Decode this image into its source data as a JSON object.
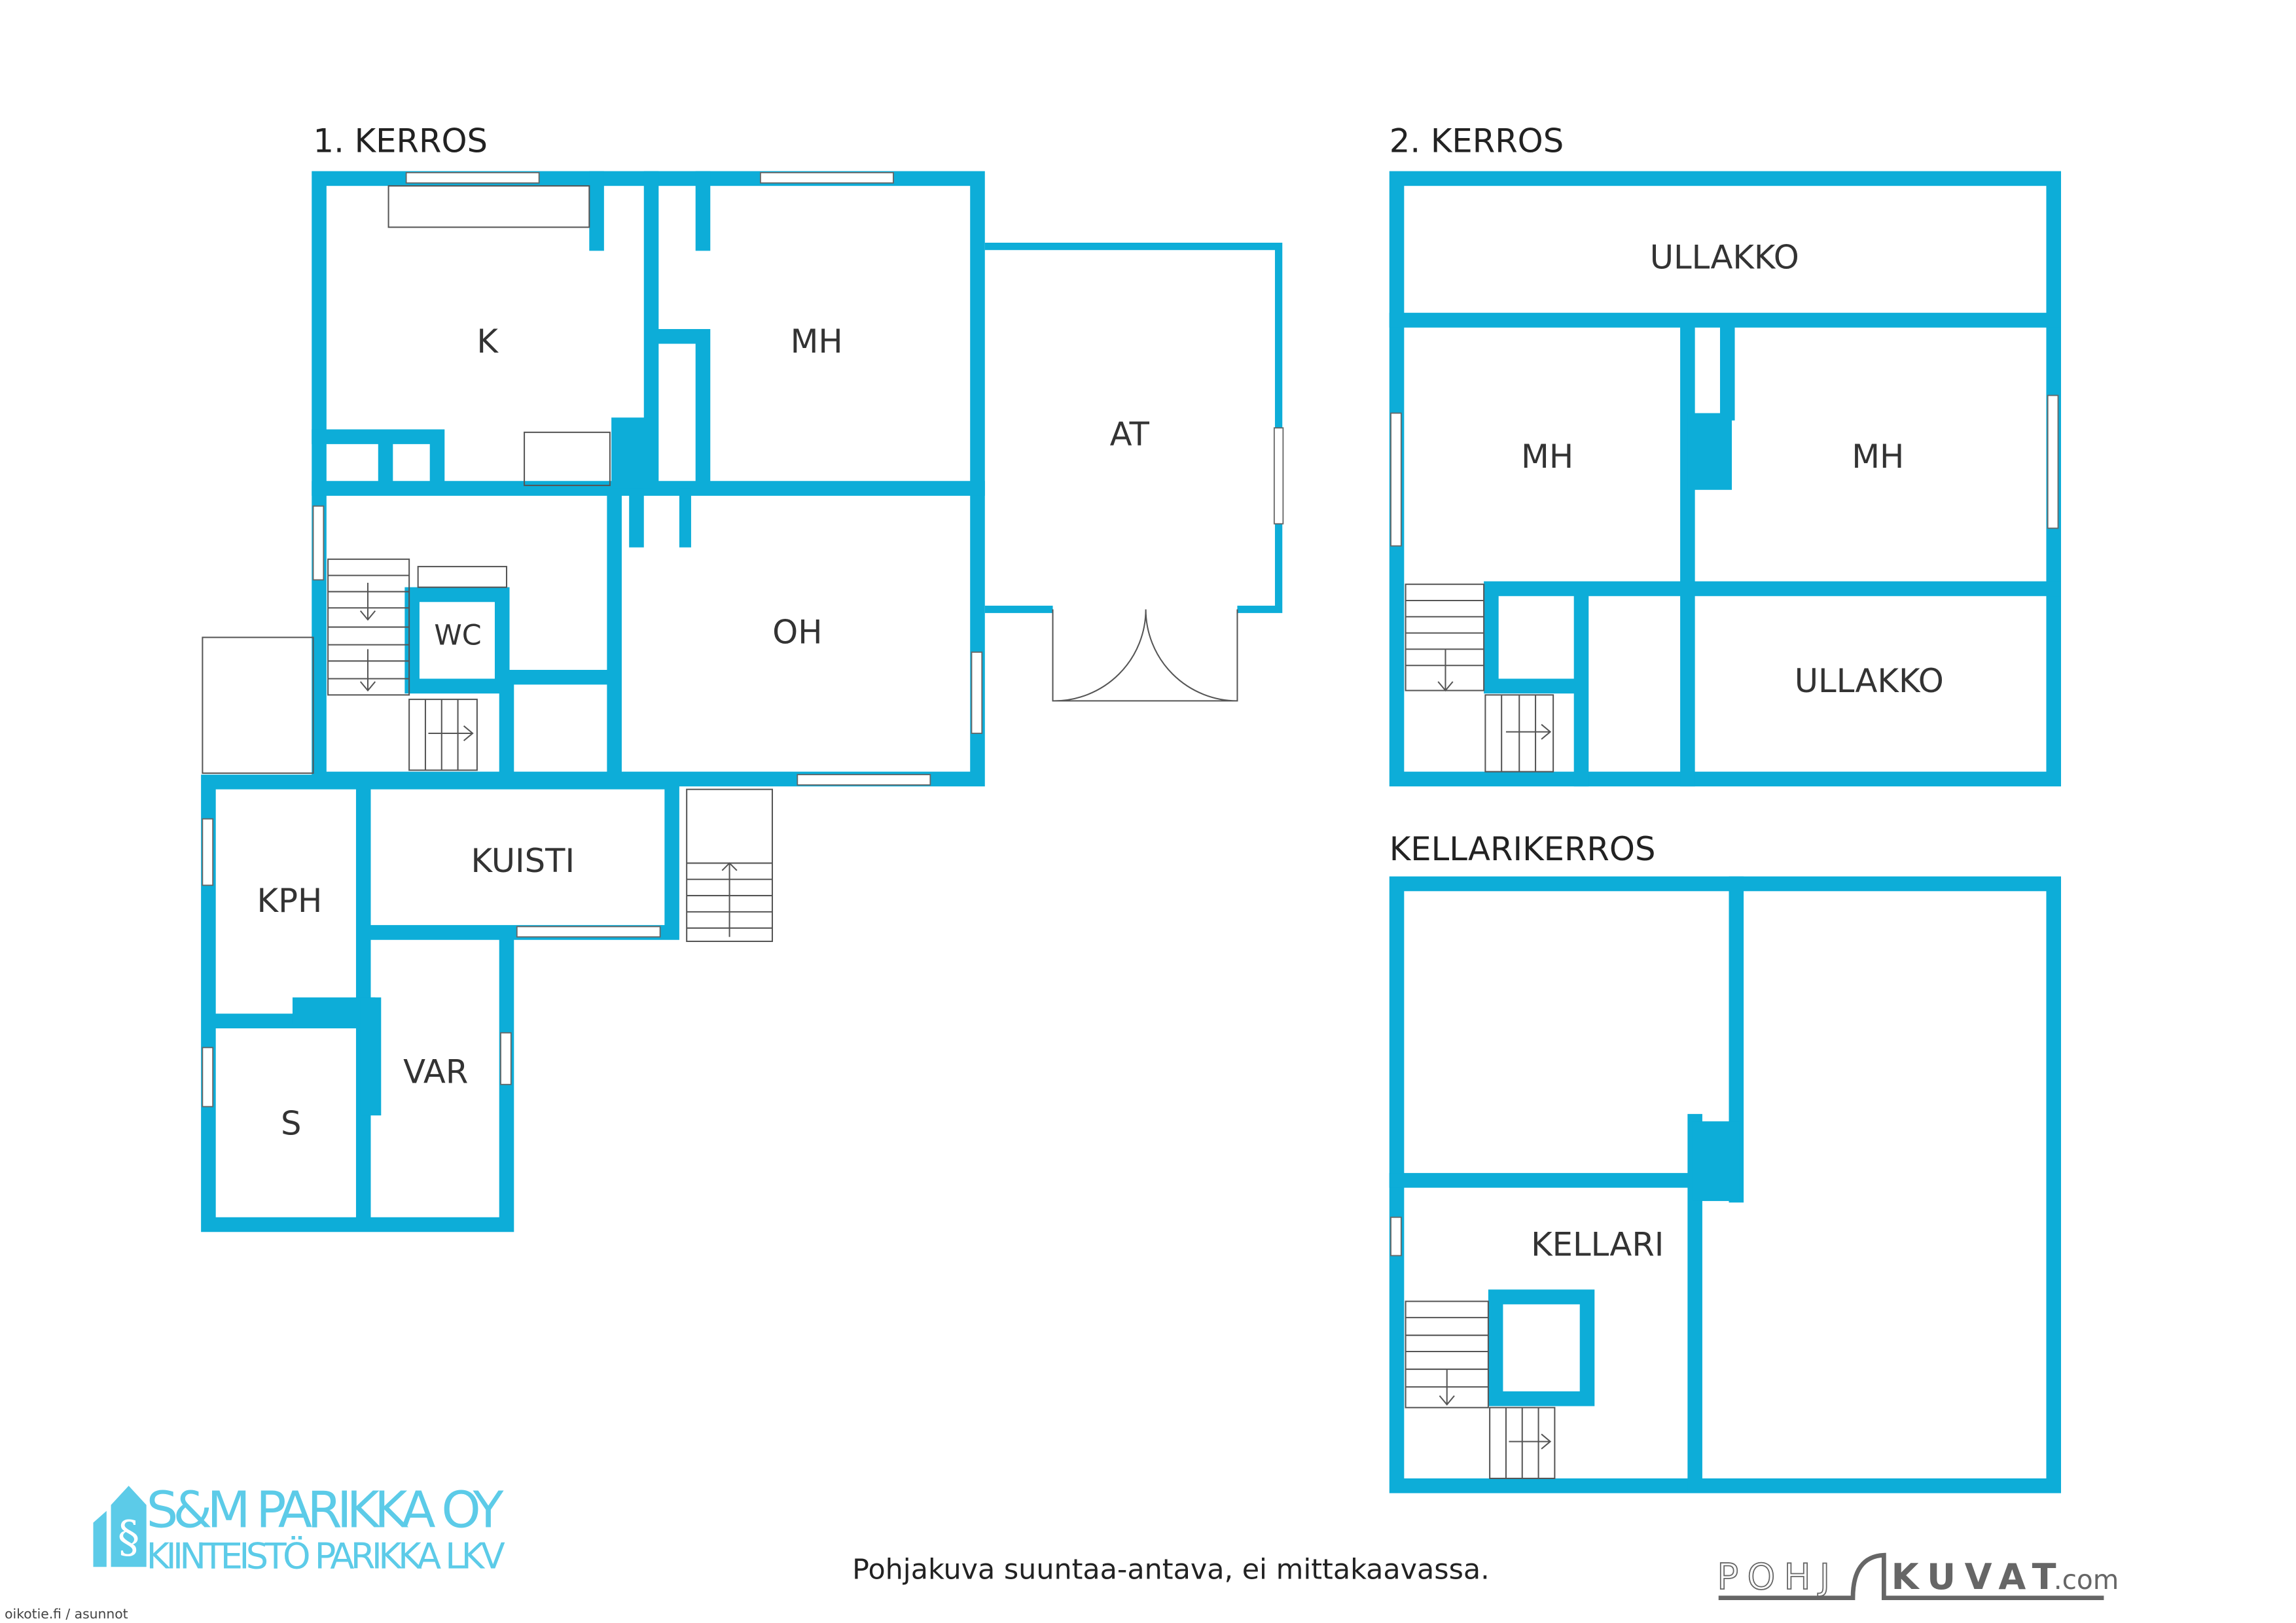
{
  "floors": {
    "first": {
      "title": "1. KERROS",
      "rooms": {
        "k": "K",
        "mh": "MH",
        "at": "AT",
        "wc": "WC",
        "oh": "OH",
        "kuisti": "KUISTI",
        "kph": "KPH",
        "var": "VAR",
        "s": "S"
      }
    },
    "second": {
      "title": "2. KERROS",
      "rooms": {
        "ullakko_top": "ULLAKKO",
        "mh_left": "MH",
        "mh_right": "MH",
        "ullakko_bottom": "ULLAKKO"
      }
    },
    "basement": {
      "title": "KELLARIKERROS",
      "rooms": {
        "kellari": "KELLARI"
      }
    }
  },
  "note": "Pohjakuva suuntaa-antava, ei mittakaavassa.",
  "logo_left": {
    "line1": "S&M PARIKKA OY",
    "line2": "KIINTEISTÖ PARIKKA LKV"
  },
  "logo_right": {
    "outline": "POHJ",
    "bold": "KUVAT",
    "suffix": ".com"
  },
  "source": "oikotie.fi / asunnot",
  "colors": {
    "wall": "#0DADD8"
  }
}
